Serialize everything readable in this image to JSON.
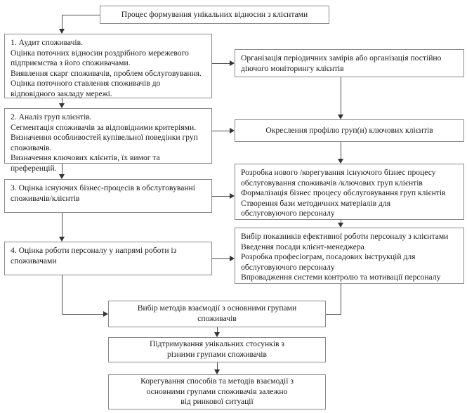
{
  "diagram": {
    "title_box": {
      "label": "Процес формування унікальних відносин з клієнтами"
    },
    "left_column": [
      {
        "id": "audit",
        "label": "1. Аудит споживачів.\nОцінка поточних відносин роздрібного мережевого\nпідприємства з його споживачами.\nВиявлення скарг споживачів, проблем обслуговування.\nОцінка поточного ставлення споживачів до\nвідповідного закладу мережі."
      },
      {
        "id": "analysis",
        "label": "2. Аналіз груп клієнтів.\nСегментація споживачів за відповідними критеріями.\nВизначення особливостей купівельної поведінки груп\nспоживачів.\nВизначення ключових клієнтів, їх вимог та преференцій."
      },
      {
        "id": "business-process-eval",
        "label": "3. Оцінка існуючих бізнес-процесів в обслуговуванні\nспоживачів/клієнтів"
      },
      {
        "id": "staff-eval",
        "label": "4. Оцінка роботи персоналу у напрямі роботи із\nспоживачами"
      }
    ],
    "right_column": [
      {
        "id": "monitoring",
        "label": "Організація періодичних замірів або організація постійно\nдіючого моніторингу клієнтів"
      },
      {
        "id": "key-client-profile",
        "label": "Окреслення профілю груп(и) ключових клієнтів"
      },
      {
        "id": "process-development",
        "label": "Розробка нового /корегування існуючого  бізнес процесу\nобслуговування споживачів /ключових груп клієнтів\nФормалізація бізнес процесу обслуговування груп клієнтів\nСтворення бази методичних матеріалів для\nобслуговуючого персоналу"
      },
      {
        "id": "staff-indicators",
        "label": "Вибір показників ефективної роботи персоналу з клієнтами\nВведення посади клієнт-менеджера\nРозробка професіограм, посадових інструкцій для\nобслуговуючого персоналу\nВпровадження системи контролю та мотивації персоналу"
      }
    ],
    "bottom_column": [
      {
        "id": "interaction-methods",
        "label": "Вибір методів взаємодії з основними групами\nспоживачів"
      },
      {
        "id": "maintain-relations",
        "label": "Підтримування унікальних стосунків з\nрізними групами споживачів"
      },
      {
        "id": "adjust-methods",
        "label": "Корегування способів та методів взаємодії з\nосновними групами споживачів залежно\nвід ринкової ситуації"
      }
    ],
    "colors": {
      "box_border": "#8a8a8a",
      "connector": "#4d4d4d",
      "arrow": "#333333",
      "text": "#1a1a1a",
      "background": "#ffffff"
    }
  }
}
